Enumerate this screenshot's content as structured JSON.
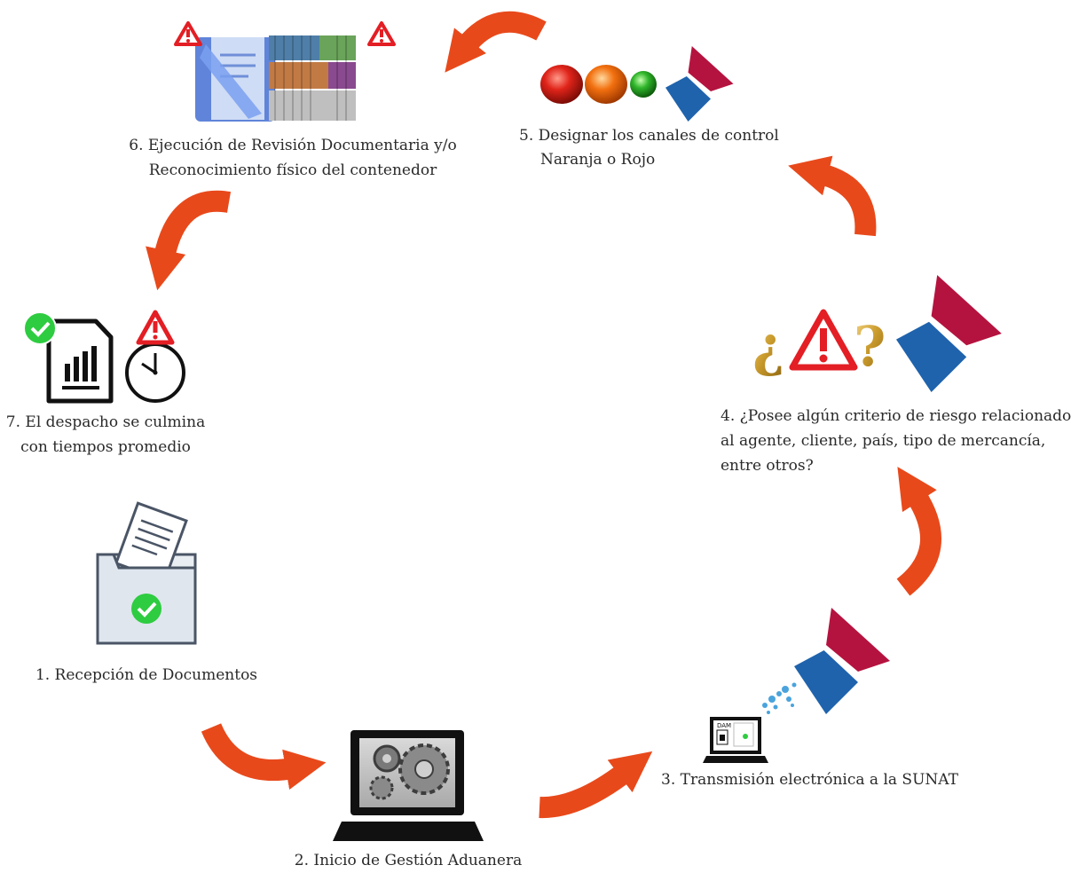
{
  "colors": {
    "arrow": "#e8491b",
    "warning": "#e31e24",
    "check": "#2ecc40",
    "sunat_red": "#b5133f",
    "sunat_blue": "#1f63ad",
    "laptop": "#111111"
  },
  "steps": [
    {
      "id": 1,
      "icon": "folder-check-icon",
      "lines": [
        "1. Recepción de Documentos"
      ]
    },
    {
      "id": 2,
      "icon": "laptop-gears-icon",
      "lines": [
        "2. Inicio de Gestión Aduanera"
      ]
    },
    {
      "id": 3,
      "icon": "laptop-transmission-icon",
      "lines": [
        "3. Transmisión electrónica a la SUNAT"
      ]
    },
    {
      "id": 4,
      "icon": "risk-question-icon",
      "lines": [
        "4. ¿Posee algún criterio de riesgo relacionado",
        "al agente, cliente, país, tipo de mercancía,",
        "entre otros?"
      ]
    },
    {
      "id": 5,
      "icon": "traffic-lights-icon",
      "lines": [
        "5. Designar los canales de control",
        "Naranja o Rojo"
      ]
    },
    {
      "id": 6,
      "icon": "documents-containers-icon",
      "lines": [
        "6. Ejecución de Revisión Documentaria y/o",
        "Reconocimiento físico del contenedor"
      ]
    },
    {
      "id": 7,
      "icon": "report-clock-icon",
      "lines": [
        "7. El despacho se culmina",
        "con tiempos promedio"
      ]
    }
  ],
  "laptop_screen": {
    "dam": "DAM"
  }
}
